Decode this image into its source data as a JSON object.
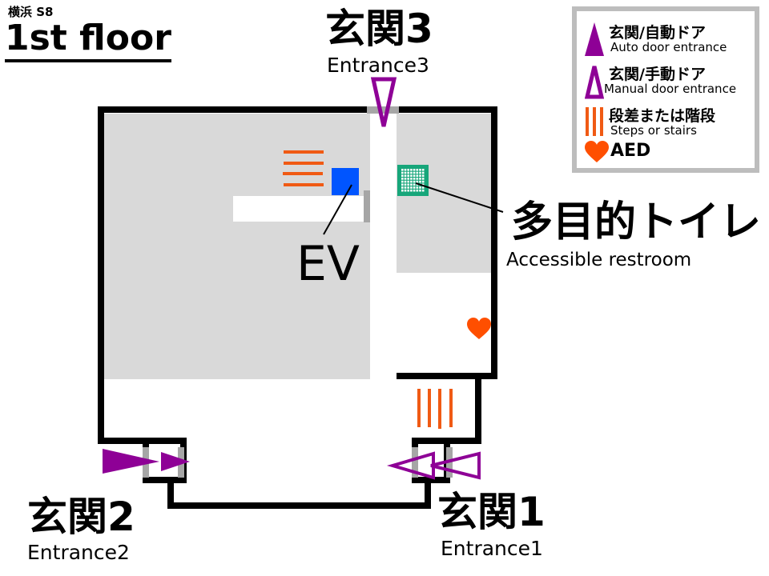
{
  "header": {
    "station_name": "横浜 S8",
    "floor_title": "1st floor"
  },
  "colors": {
    "wall": "#000000",
    "floor_gray": "#d9d9d9",
    "door_gray": "#a6a6a6",
    "door_arrow_purple": "#8e0096",
    "stairs_orange": "#f05a14",
    "elevator_blue": "#0055ff",
    "restroom_green": "#17a67a",
    "aed_orange": "#ff4f00",
    "legend_border": "#bdbdbd"
  },
  "entrances": [
    {
      "id": "entrance1",
      "label_jp": "玄関1",
      "label_en": "Entrance1",
      "door_type": "manual"
    },
    {
      "id": "entrance2",
      "label_jp": "玄関2",
      "label_en": "Entrance2",
      "door_type": "auto"
    },
    {
      "id": "entrance3",
      "label_jp": "玄関3",
      "label_en": "Entrance3",
      "door_type": "manual"
    }
  ],
  "facilities": {
    "elevator": {
      "label": "EV",
      "icon": "elevator-icon"
    },
    "restroom": {
      "label_jp": "多目的トイレ",
      "label_en": "Accessible restroom",
      "icon": "accessible-restroom-icon"
    },
    "aed": {
      "icon": "heart-icon"
    },
    "stairs": {
      "icon": "stairs-icon"
    }
  },
  "legend": {
    "items": [
      {
        "icon": "auto-door-icon",
        "label_jp": "玄関/自動ドア",
        "label_en": "Auto door entrance"
      },
      {
        "icon": "manual-door-icon",
        "label_jp": "玄関/手動ドア",
        "label_en": "Manual door entrance"
      },
      {
        "icon": "stairs-icon",
        "label_jp": "段差または階段",
        "label_en": "Steps or stairs"
      },
      {
        "icon": "heart-icon",
        "label": "AED"
      }
    ]
  }
}
